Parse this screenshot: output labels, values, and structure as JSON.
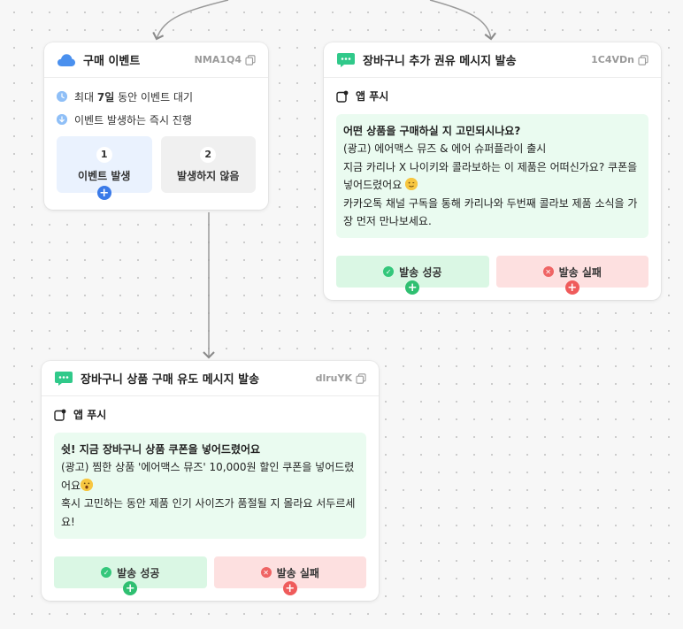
{
  "cards": {
    "event": {
      "title": "구매 이벤트",
      "id": "NMA1Q4",
      "wait_prefix": "최대 ",
      "wait_bold": "7일",
      "wait_suffix": " 동안 이벤트 대기",
      "proceed": "이벤트 발생하는 즉시 진행",
      "branches": [
        {
          "num": "1",
          "label": "이벤트 발생"
        },
        {
          "num": "2",
          "label": "발생하지 않음"
        }
      ]
    },
    "cart_msg": {
      "title": "장바구니 추가 권유 메시지 발송",
      "id": "1C4VDn",
      "channel": "앱 푸시",
      "message_title": "어떤 상품을 구매하실 지 고민되시나요?",
      "message_line1": "(광고) 에어맥스 뮤즈 & 에어 슈퍼플라이 출시",
      "message_line2": "지금 카리나 X 나이키와 콜라보하는 이 제품은 어떠신가요? 쿠폰을 넣어드렸어요",
      "message_line3": "카카오톡 채널 구독을 통해 카리나와 두번째 콜라보 제품 소식을 가장 먼저 만나보세요.",
      "success_label": "발송 성공",
      "fail_label": "발송 실패"
    },
    "purchase_msg": {
      "title": "장바구니 상품 구매 유도 메시지 발송",
      "id": "dlruYK",
      "channel": "앱 푸시",
      "message_title": "쉿! 지금 장바구니 상품 쿠폰을 넣어드렸어요",
      "message_line1": "(광고) 찜한 상품 '에어맥스 뮤즈' 10,000원 할인 쿠폰을 넣어드렸어요",
      "message_line2": "혹시 고민하는 동안 제품 인기 사이즈가 품절될 지 몰라요 서두르세요!",
      "success_label": "발송 성공",
      "fail_label": "발송 실패"
    }
  },
  "icons": {
    "event": "cloud-icon",
    "message": "chat-bubble-icon",
    "copy": "copy-icon",
    "clock": "clock-icon",
    "proceed": "arrow-down-circle-icon",
    "push": "app-push-icon",
    "success": "check-circle-icon",
    "fail": "x-circle-icon",
    "add": "plus-circle-icon",
    "emoji_wink": "wink-emoji-icon",
    "emoji_surprised": "surprised-emoji-icon"
  },
  "colors": {
    "accent_blue": "#3a7ae8",
    "success_green": "#2fbf71",
    "fail_red": "#ef5b5b",
    "message_bg": "#eafbf0"
  }
}
